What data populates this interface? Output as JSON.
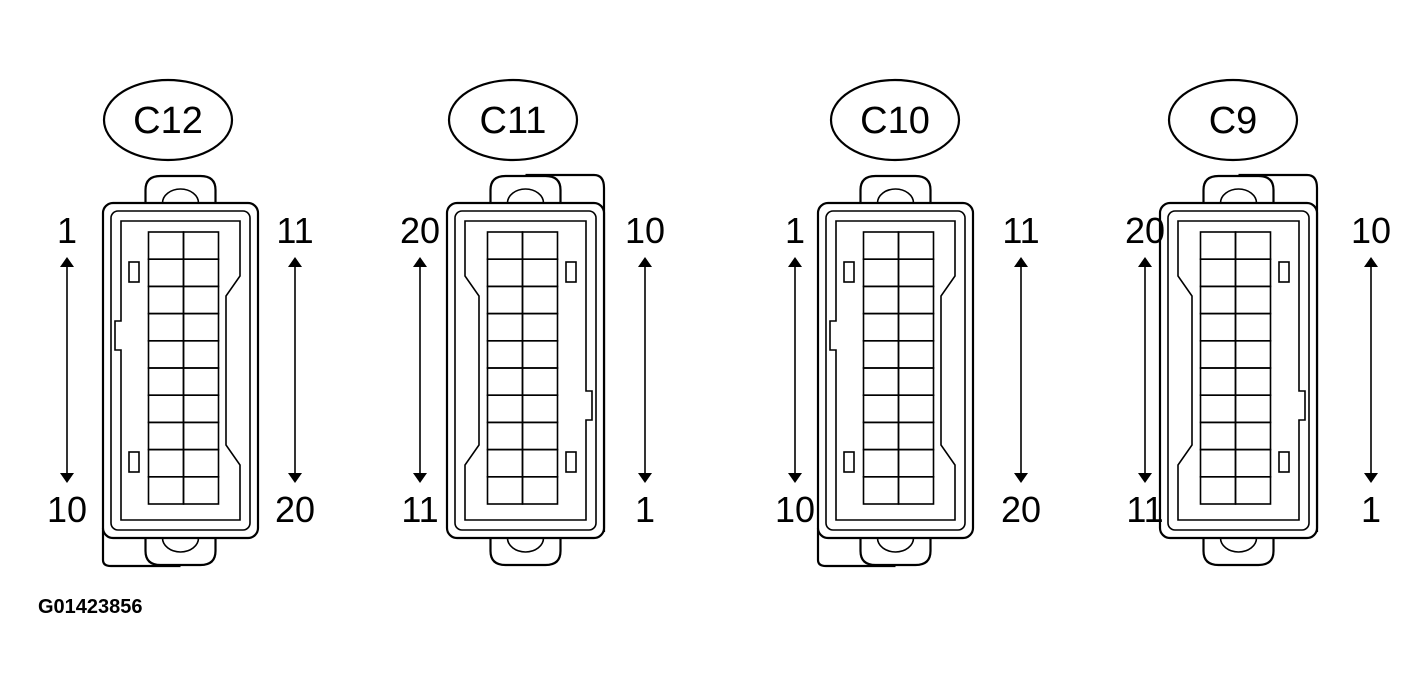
{
  "figure_code": "G01423856",
  "connectors": [
    {
      "id": "C12",
      "left_top": "1",
      "left_bottom": "10",
      "right_top": "11",
      "right_bottom": "20"
    },
    {
      "id": "C11",
      "left_top": "20",
      "left_bottom": "11",
      "right_top": "10",
      "right_bottom": "1"
    },
    {
      "id": "C10",
      "left_top": "1",
      "left_bottom": "10",
      "right_top": "11",
      "right_bottom": "20"
    },
    {
      "id": "C9",
      "left_top": "20",
      "left_bottom": "11",
      "right_top": "10",
      "right_bottom": "1"
    }
  ]
}
